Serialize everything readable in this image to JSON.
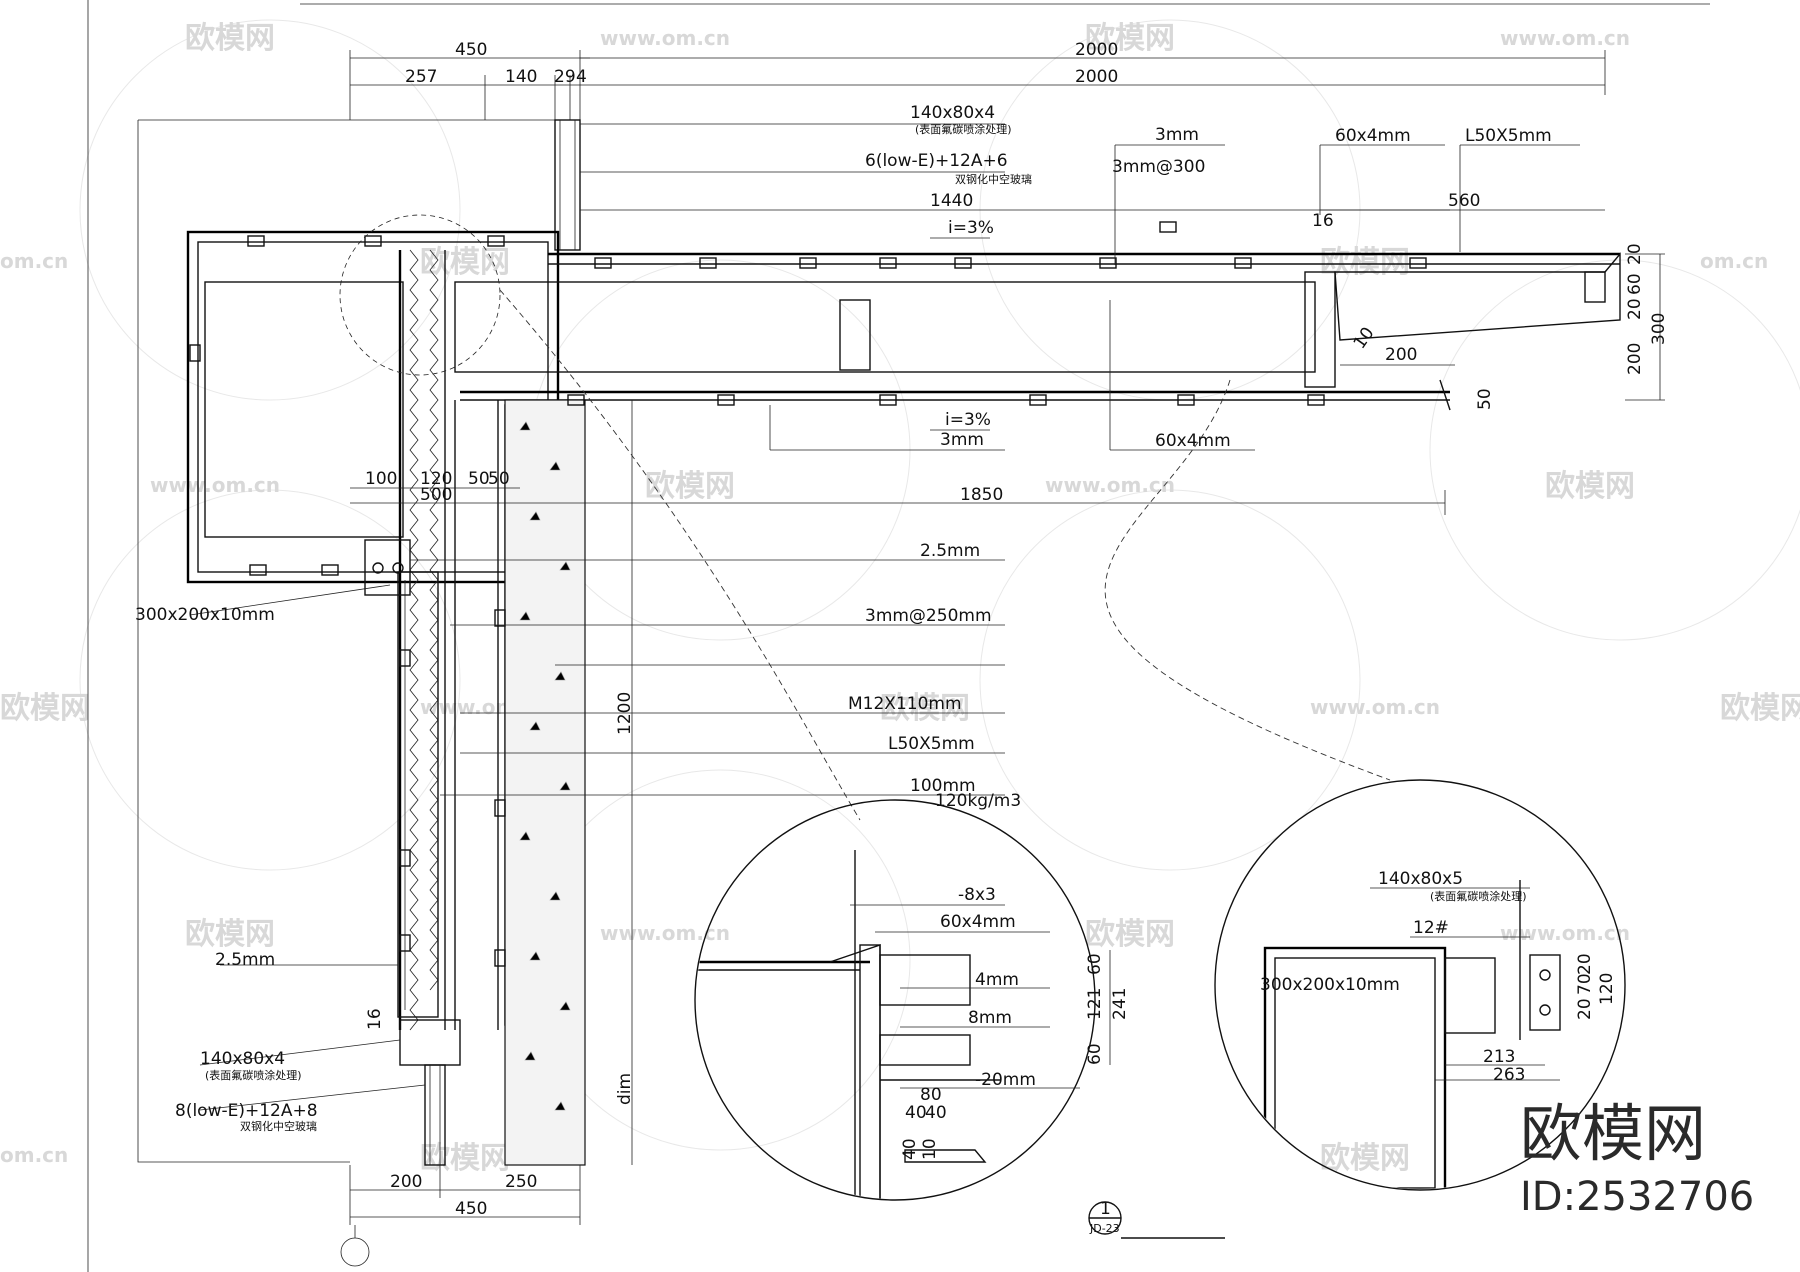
{
  "dimensions_top": {
    "d450": "450",
    "d2000_a": "2000",
    "d257": "257",
    "d140": "140",
    "d29": "29",
    "d4": "4",
    "d2000_b": "2000"
  },
  "dimensions_mid": {
    "d1440": "1440",
    "d16": "16",
    "d560": "560",
    "d200_r": "200",
    "d300_r": "300",
    "d20_a": "20",
    "d60": "60",
    "d20_b": "20",
    "d200_h": "200",
    "d50": "50",
    "d10": "10",
    "d100": "100",
    "d120": "120",
    "d50_b": "50",
    "d50_c": "50",
    "d500": "500",
    "d1850": "1850",
    "d1200": "1200",
    "dim": "dim",
    "d16_b": "16"
  },
  "dimensions_bottom": {
    "d200": "200",
    "d250": "250",
    "d450": "450"
  },
  "slope": {
    "top": "i=3%",
    "bottom": "i=3%"
  },
  "callouts_top": {
    "steel_tube_1": "140x80x4",
    "steel_tube_1_note": "(表面氟碳喷涂处理)",
    "glass_1": "6(low-E)+12A+6",
    "glass_1_note": "双钢化中空玻璃",
    "al_plate_3mm": "3mm",
    "al_plate_3mm_stiff": "3mm@300",
    "sq_tube": "60x4mm",
    "angle": "L50X5mm",
    "al_plate_3mm_b": "3mm",
    "sq_tube_b": "60x4mm"
  },
  "callouts_right_col": {
    "c1": "2.5mm",
    "c2": "3mm@250mm",
    "c3": "",
    "c4": "M12X110mm",
    "c5": "L50X5mm",
    "c6": "100mm",
    "c7": "120kg/m3"
  },
  "callouts_left": {
    "beam": "300x200x10mm",
    "beam_note": "",
    "plate": "2.5mm",
    "plate_note": "",
    "tube": "140x80x4",
    "tube_note": "(表面氟碳喷涂处理)",
    "glass": "8(low-E)+12A+8",
    "glass_note": "双钢化中空玻璃"
  },
  "detail_a": {
    "c1": "-8x3",
    "c2": "60x4mm",
    "c3": "4mm",
    "c4": "8mm",
    "c5": "-20mm",
    "d60_a": "60",
    "d121": "121",
    "d241": "241",
    "d60_b": "60",
    "d80": "80",
    "d40": "40",
    "d40b": "40",
    "d40c": "40",
    "d10": "10"
  },
  "detail_b": {
    "c1": "140x80x5",
    "c1_note": "(表面氟碳喷涂处理)",
    "c2": "12#",
    "c3": "300x200x10mm",
    "c3_note": "",
    "d213": "213",
    "d263": "263",
    "d20": "20",
    "d70": "70",
    "d20b": "20",
    "d120": "120"
  },
  "title_block": {
    "number": "1",
    "sheet": "JD-23",
    "title_note": ""
  },
  "watermarks": {
    "logo_text": "欧模网",
    "url": "www.om.cn",
    "url_short": "om.cn"
  },
  "brand": {
    "name": "欧模网",
    "id": "ID:2532706"
  }
}
